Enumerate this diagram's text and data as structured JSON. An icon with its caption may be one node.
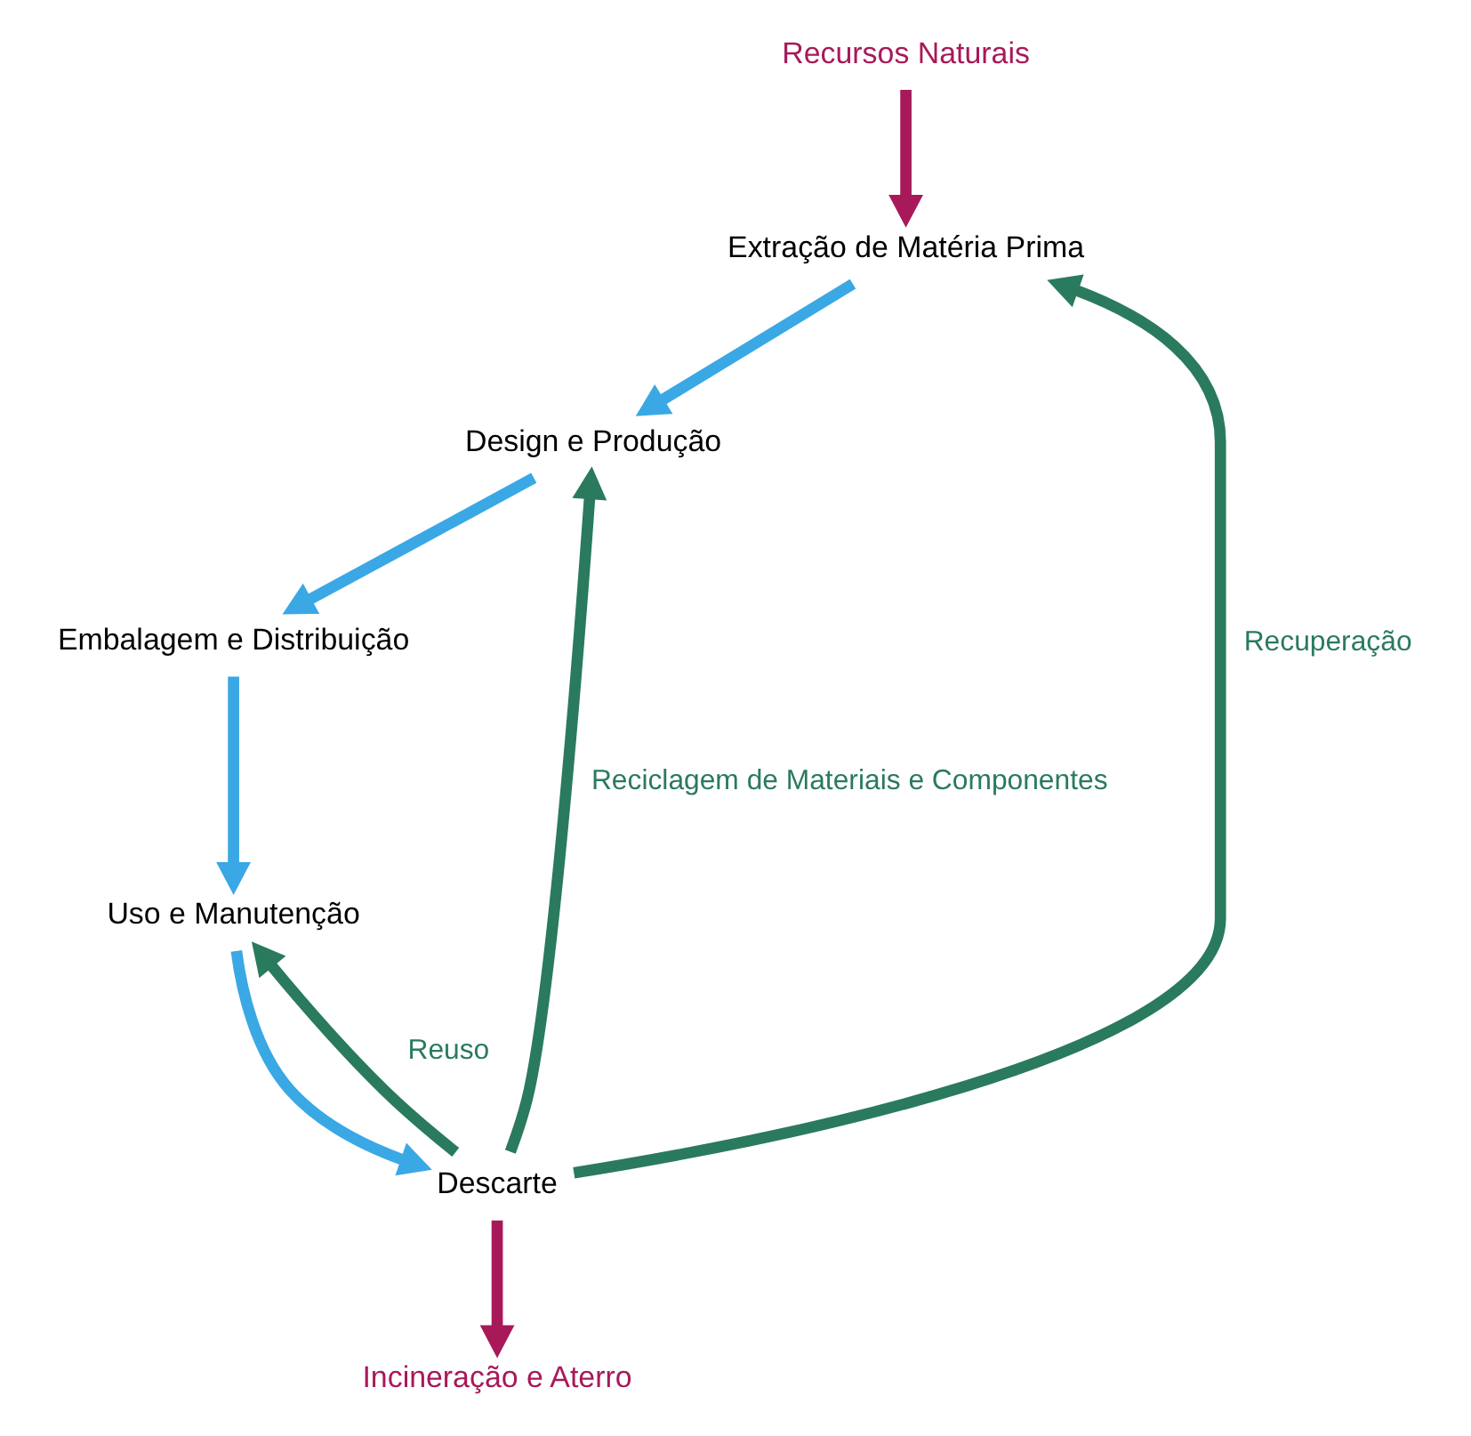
{
  "diagram": {
    "nodes": [
      {
        "text": [
          "Recursos Naturais"
        ]
      },
      {
        "text": [
          "Incineração e Aterro"
        ]
      },
      {
        "text": [
          "Extração de Matéria Prima"
        ]
      },
      {
        "text": [
          "Design e Produção"
        ]
      },
      {
        "text": [
          "Embalagem e Distribuição"
        ]
      },
      {
        "text": [
          "Uso e Manutenção"
        ]
      },
      {
        "text": [
          "Descarte"
        ]
      }
    ],
    "edges": [
      {
        "from": 0,
        "to": 2,
        "arrow": "to",
        "color": "#a8195a"
      },
      {
        "from": 2,
        "to": 3,
        "arrow": "to"
      },
      {
        "from": 3,
        "to": 4,
        "arrow": "to"
      },
      {
        "from": 4,
        "to": 5,
        "arrow": "to"
      },
      {
        "from": 5,
        "to": 6,
        "arrow": "to"
      },
      {
        "from": 6,
        "to": 1,
        "arrow": "to",
        "color": "#a8195a"
      },
      {
        "from": 6,
        "to": 2,
        "arrow": "to",
        "label": "Recuperação",
        "color": "#2a7a5e"
      },
      {
        "from": 6,
        "to": 3,
        "arrow": "to",
        "label": "Reciclagem de Materiais e Componentes",
        "color": "#2a7a5e"
      },
      {
        "from": 6,
        "to": 5,
        "arrow": "to",
        "label": "Reuso",
        "color": "#2a7a5e"
      }
    ]
  }
}
